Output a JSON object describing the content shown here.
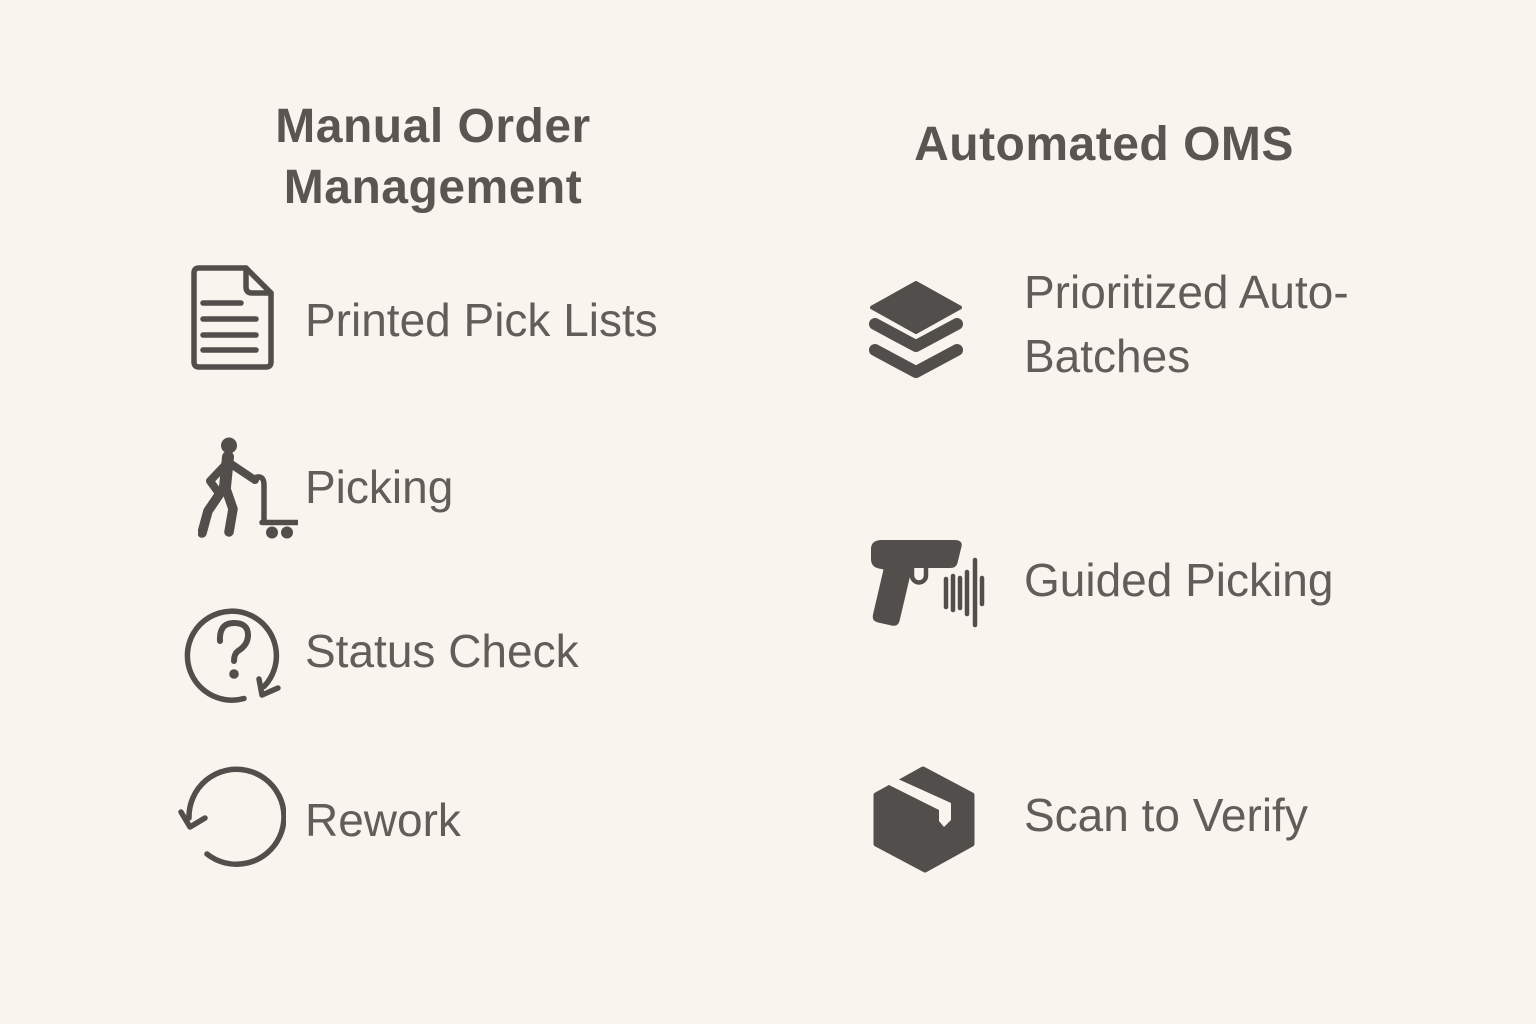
{
  "page": {
    "background": "#faf4ee",
    "icon_color": "#514e4b",
    "title_color": "#595551",
    "label_color": "#615e5a"
  },
  "left_column": {
    "title": "Manual Order Management",
    "items": [
      {
        "icon": "document-icon",
        "label": "Printed Pick Lists"
      },
      {
        "icon": "picker-cart-icon",
        "label": "Picking"
      },
      {
        "icon": "status-check-icon",
        "label": "Status Check"
      },
      {
        "icon": "rework-arrow-icon",
        "label": "Rework"
      }
    ]
  },
  "right_column": {
    "title": "Automated OMS",
    "items": [
      {
        "icon": "layers-icon",
        "label": "Prioritized Auto-Batches"
      },
      {
        "icon": "barcode-scanner-icon",
        "label": "Guided Picking"
      },
      {
        "icon": "package-box-icon",
        "label": "Scan to Verify"
      }
    ]
  }
}
